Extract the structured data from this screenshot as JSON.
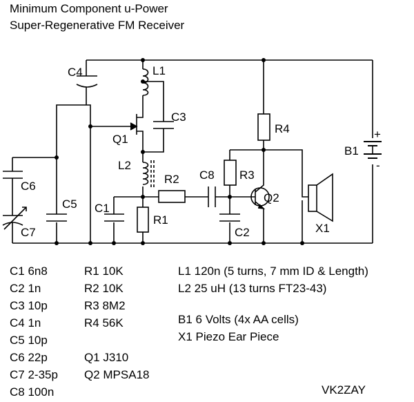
{
  "title": {
    "line1": "Minimum Component u-Power",
    "line2": "Super-Regenerative FM Receiver"
  },
  "labels": {
    "C1": "C1",
    "C2": "C2",
    "C3": "C3",
    "C4": "C4",
    "C5": "C5",
    "C6": "C6",
    "C7": "C7",
    "C8": "C8",
    "R1": "R1",
    "R2": "R2",
    "R3": "R3",
    "R4": "R4",
    "L1": "L1",
    "L2": "L2",
    "Q1": "Q1",
    "Q2": "Q2",
    "B1": "B1",
    "X1": "X1",
    "plus": "+",
    "minus": "-"
  },
  "capacitors": [
    "C1 6n8",
    "C2 1n",
    "C3 10p",
    "C4 1n",
    "C5 10p",
    "C6 22p",
    "C7 2-35p",
    "C8 100n"
  ],
  "resistors": [
    "R1 10K",
    "R2 10K",
    "R3 8M2",
    "R4 56K"
  ],
  "transistors": [
    "Q1 J310",
    "Q2 MPSA18"
  ],
  "inductors": [
    "L1 120n (5 turns, 7 mm ID & Length)",
    "L2 25 uH (13 turns FT23-43)"
  ],
  "other": [
    "B1 6 Volts (4x AA cells)",
    "X1 Piezo Ear Piece"
  ],
  "signature": "VK2ZAY"
}
